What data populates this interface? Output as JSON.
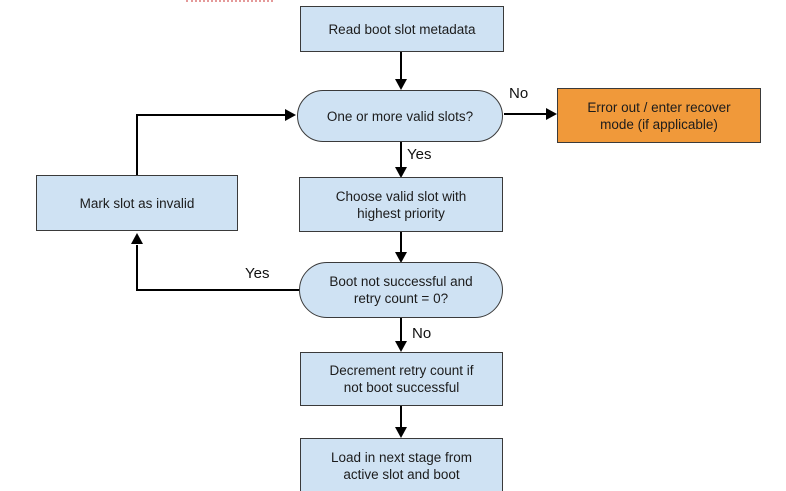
{
  "colors": {
    "process_fill": "#cfe2f3",
    "error_fill": "#f0993a",
    "border": "#3a3a3a",
    "arrow": "#000000",
    "redline": "#e49999"
  },
  "nodes": {
    "read": {
      "label": "Read boot slot metadata"
    },
    "valid_slots": {
      "label": "One or more valid slots?"
    },
    "error": {
      "label": "Error out / enter recover mode (if applicable)"
    },
    "choose": {
      "label": "Choose valid slot with highest priority"
    },
    "mark_invalid": {
      "label": "Mark slot as invalid"
    },
    "boot_check": {
      "label": "Boot not successful and retry count = 0?"
    },
    "decrement": {
      "label": "Decrement retry count if not boot successful"
    },
    "load": {
      "label": "Load in next stage from active slot and boot"
    }
  },
  "edge_labels": {
    "no_to_error": "No",
    "yes_to_choose": "Yes",
    "yes_to_mark": "Yes",
    "no_to_decrement": "No"
  }
}
